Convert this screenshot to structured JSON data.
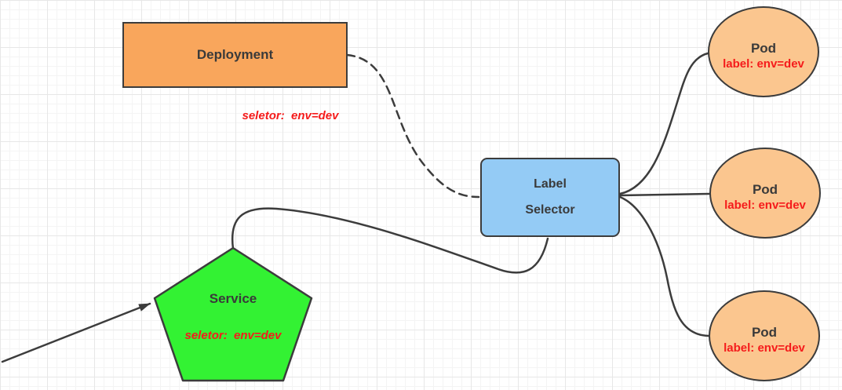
{
  "diagram": {
    "description": "Kubernetes label selector diagram: Deployment and Service select Pods via Label Selector",
    "nodes": {
      "deployment": {
        "title": "Deployment",
        "selector_label": "seletor:  env=dev"
      },
      "service": {
        "title": "Service",
        "selector_label": "seletor:  env=dev"
      },
      "label_selector": {
        "line1": "Label",
        "line2": "Selector"
      },
      "pods": [
        {
          "title": "Pod",
          "label": "label: env=dev"
        },
        {
          "title": "Pod",
          "label": "label: env=dev"
        },
        {
          "title": "Pod",
          "label": "label: env=dev"
        }
      ]
    },
    "edges": [
      {
        "from": "deployment",
        "to": "label_selector",
        "style": "dashed-curve"
      },
      {
        "from": "service",
        "to": "label_selector",
        "style": "solid-curve"
      },
      {
        "from": "label_selector",
        "to": "pod-1",
        "style": "solid-curve"
      },
      {
        "from": "label_selector",
        "to": "pod-2",
        "style": "solid-line"
      },
      {
        "from": "label_selector",
        "to": "pod-3",
        "style": "solid-curve"
      },
      {
        "from": "off-canvas-bottom-left",
        "to": "service",
        "style": "solid-arrow"
      }
    ],
    "colors": {
      "deployment_fill": "#f9a65c",
      "service_fill": "#33f233",
      "label_selector_fill": "#94cbf5",
      "pod_fill": "#fbc68f",
      "stroke": "#3c3c3c",
      "red_label_text": "#f51b1b",
      "dark_text": "#3a3a3a",
      "grid_line": "#e7e7e7",
      "background": "#ffffff"
    }
  }
}
